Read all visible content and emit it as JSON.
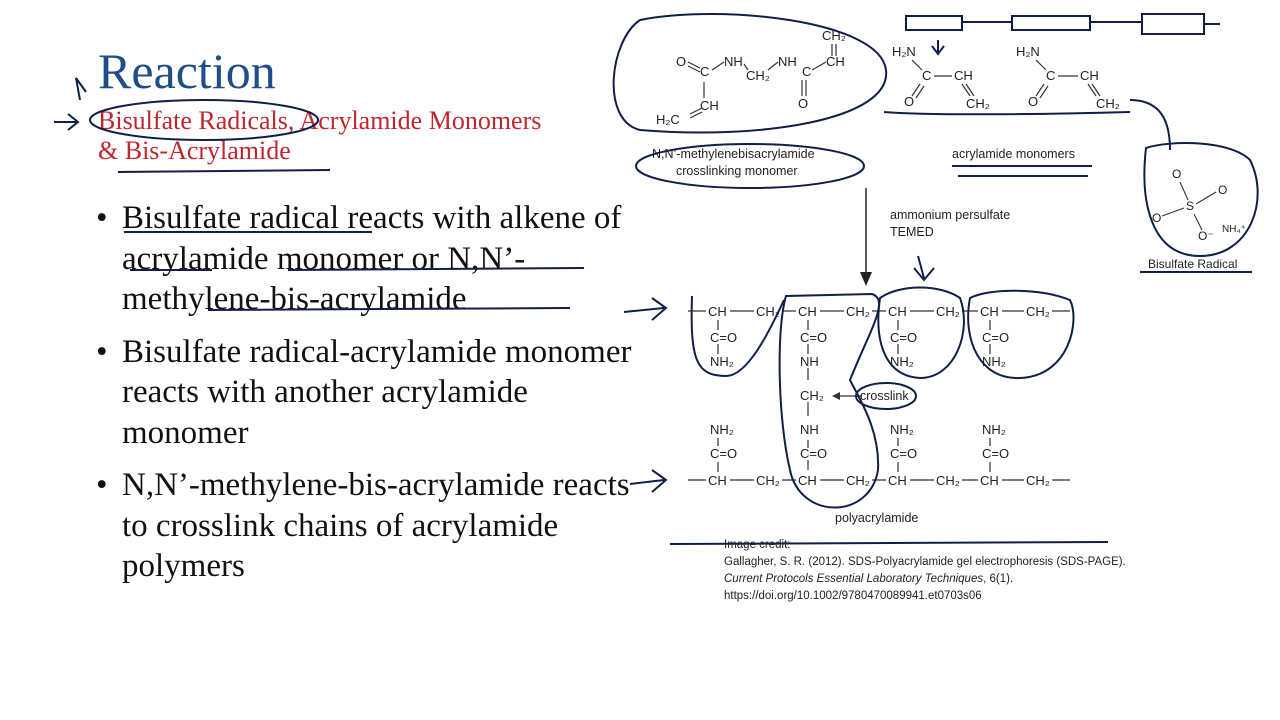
{
  "slide": {
    "title": "Reaction",
    "subtitle_part1": "Bisulfate Radicals",
    "subtitle_part2": ", Acrylamide Monomers",
    "subtitle_part3": "& Bis-Acrylamide",
    "bullets": [
      "Bisulfate radical reacts with alkene of acrylamide monomer or N,N’-methylene-bis-acrylamide",
      "Bisulfate radical-acrylamide monomer reacts with another acrylamide monomer",
      "N,N’-methylene-bis-acrylamide reacts to crosslink chains of acrylamide polymers"
    ],
    "bullet_symbol": "•"
  },
  "diagram": {
    "bis_label_line1": "N,N’-methylenebisacrylamide",
    "bis_label_line2": "crosslinking monomer",
    "acrylamide_label": "acrylamide monomers",
    "reagent_line1": "ammonium persulfate",
    "reagent_line2": "TEMED",
    "crosslink_label": "crosslink",
    "product_label": "polyacrylamide",
    "bisulfate_label": "Bisulfate Radical"
  },
  "credit": {
    "heading": "Image credit:",
    "line1": "Gallagher, S. R. (2012). SDS-Polyacrylamide gel electrophoresis (SDS-PAGE).",
    "journal": "Current Protocols Essential Laboratory Techniques",
    "volume": ", 6(1).",
    "doi": "https://doi.org/10.1002/9780470089941.et0703s06"
  },
  "colors": {
    "title": "#1f4e86",
    "subtitle": "#c0262d",
    "ink": "#0f1f4a"
  }
}
